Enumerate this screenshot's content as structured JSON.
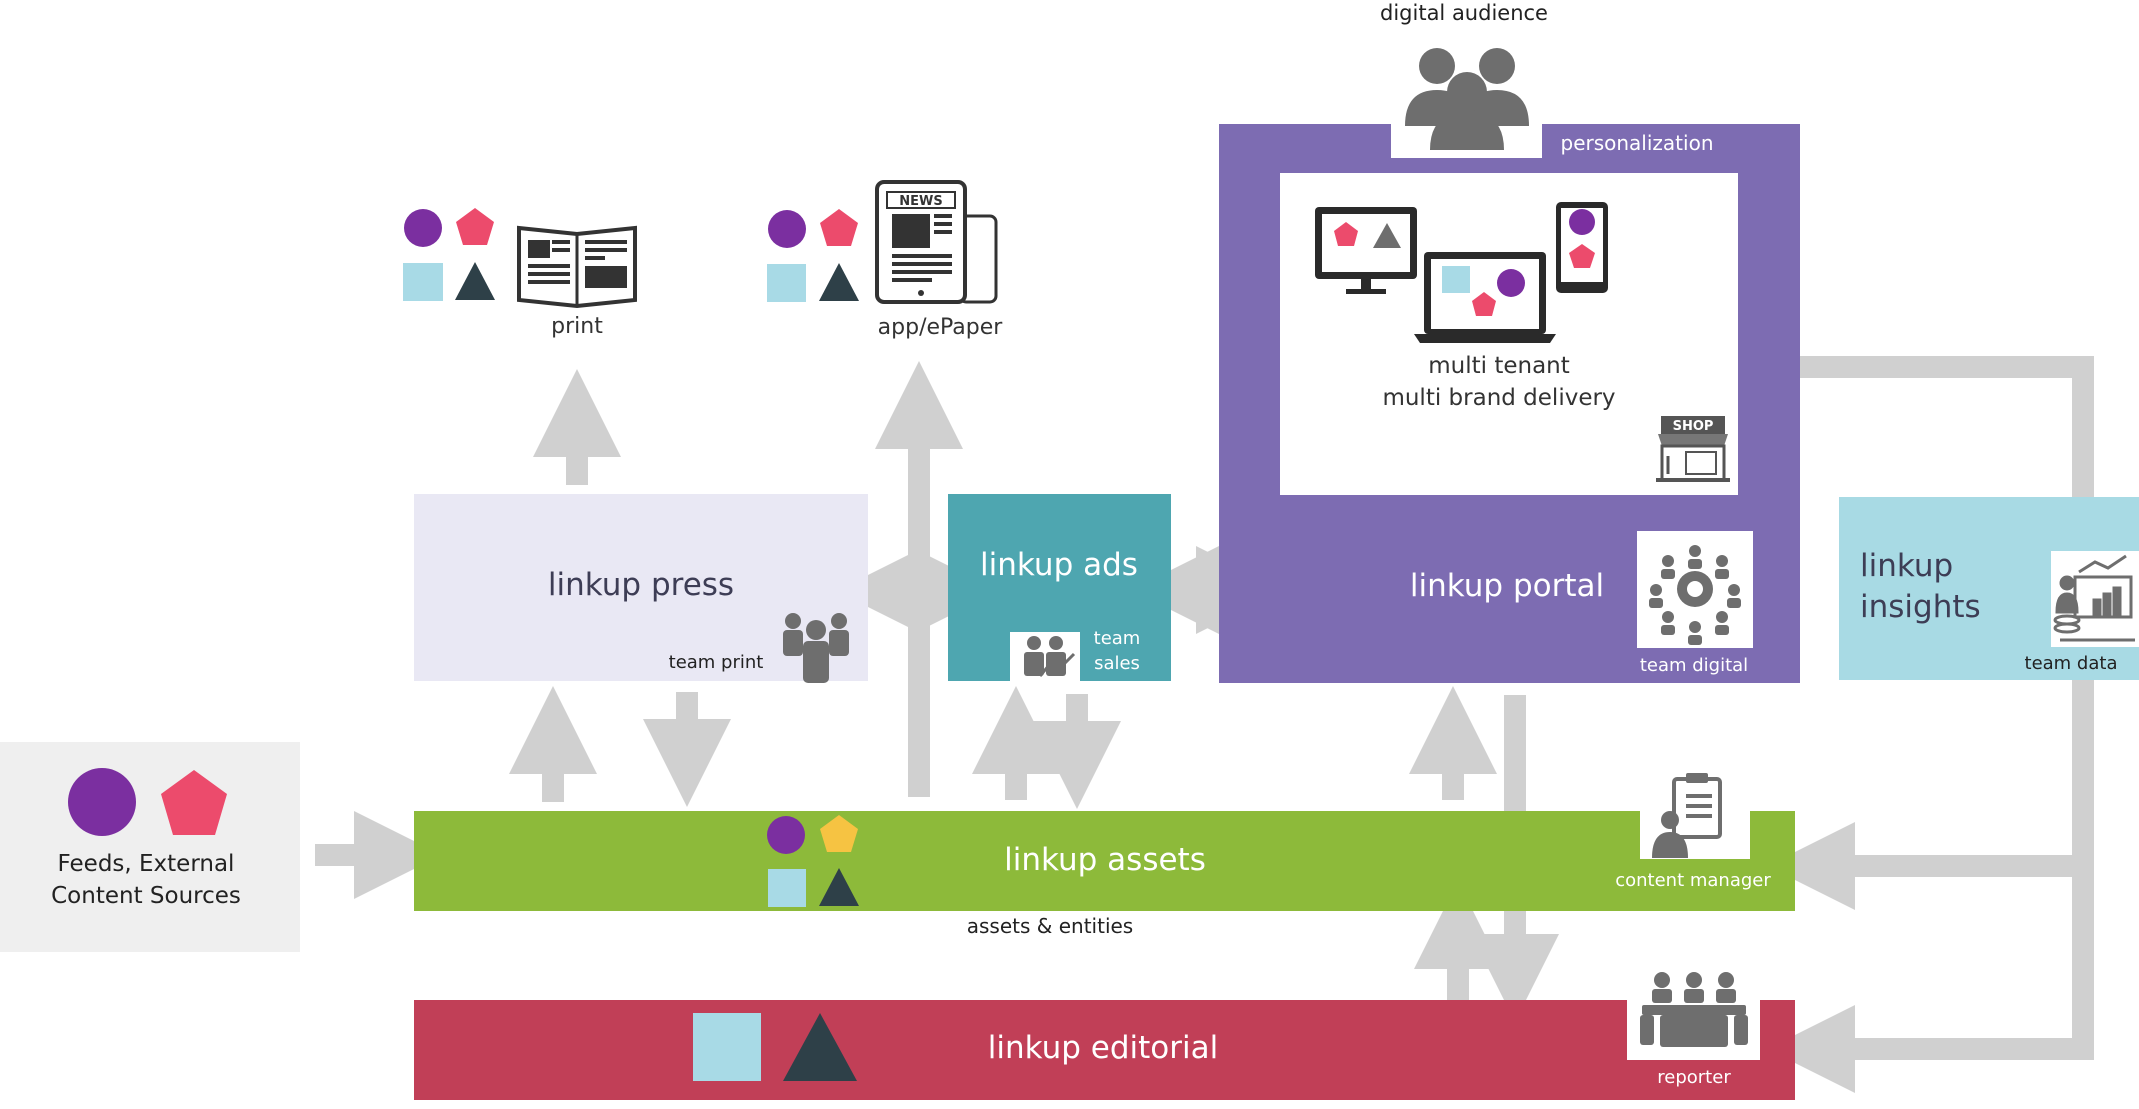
{
  "labels": {
    "digital_audience": "digital audience",
    "personalization": "personalization",
    "print": "print",
    "app_epaper": "app/ePaper",
    "news": "NEWS",
    "multi_tenant": "multi tenant",
    "multi_brand": "multi brand delivery",
    "shop": "SHOP",
    "feeds_line1": "Feeds, External",
    "feeds_line2": "Content Sources",
    "assets_entities": "assets & entities"
  },
  "modules": {
    "press": {
      "title": "linkup press",
      "team": "team print"
    },
    "ads": {
      "title": "linkup ads",
      "team_line1": "team",
      "team_line2": "sales"
    },
    "portal": {
      "title": "linkup portal",
      "team": "team digital"
    },
    "insights": {
      "title_line1": "linkup",
      "title_line2": "insights",
      "team": "team data"
    },
    "assets": {
      "title": "linkup assets",
      "role": "content manager"
    },
    "editorial": {
      "title": "linkup editorial",
      "role": "reporter"
    }
  },
  "colors": {
    "purple": "#7B2FA0",
    "pink": "#EC4B6C",
    "light_blue": "#A8DAE6",
    "dark_slate": "#2E4048",
    "yellow": "#F6C342",
    "press_bg": "#E9E8F4",
    "ads_bg": "#4EA6B0",
    "portal_bg": "#7D6CB2",
    "insights_bg": "#A8DAE4",
    "assets_bg": "#8DBA3A",
    "editorial_bg": "#C13F57",
    "feeds_bg": "#EFEFEF",
    "arrow_gray": "#D0D0D0",
    "icon_gray": "#6E6E6E"
  }
}
